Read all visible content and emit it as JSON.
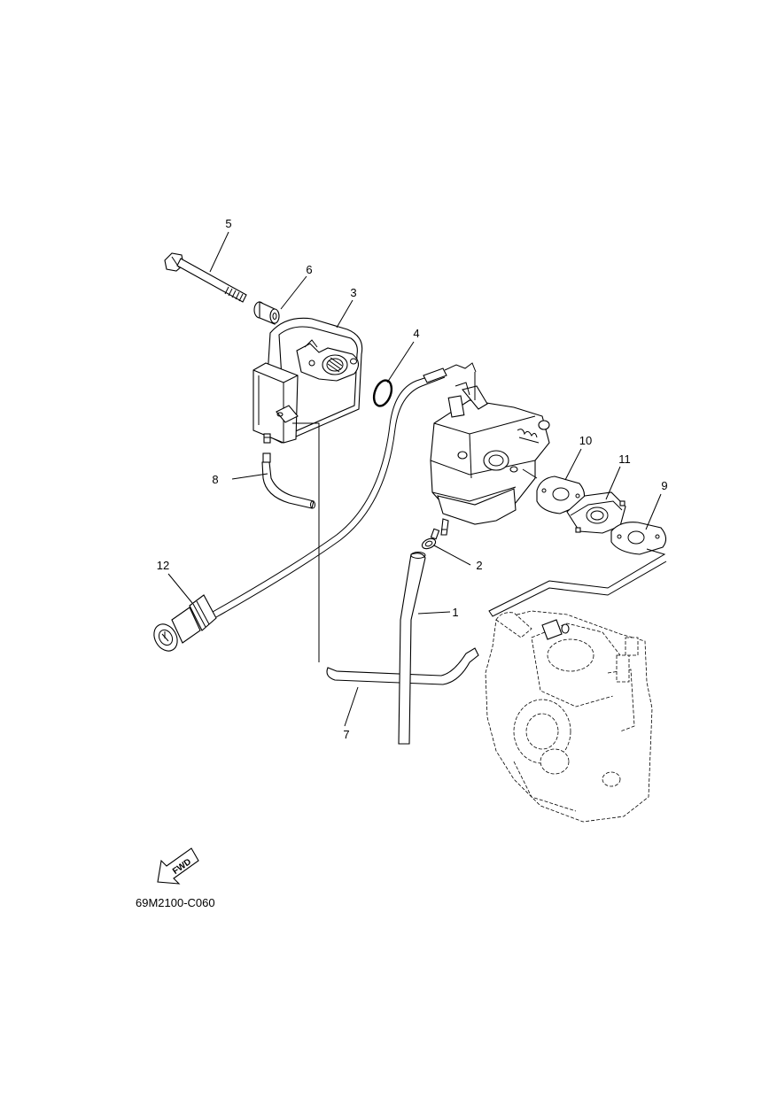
{
  "diagram": {
    "drawing_code": "69M2100-C060",
    "direction_marker": "FWD",
    "callouts": [
      {
        "id": "callout-1",
        "label": "1"
      },
      {
        "id": "callout-2",
        "label": "2"
      },
      {
        "id": "callout-3",
        "label": "3"
      },
      {
        "id": "callout-4",
        "label": "4"
      },
      {
        "id": "callout-5",
        "label": "5"
      },
      {
        "id": "callout-6",
        "label": "6"
      },
      {
        "id": "callout-7",
        "label": "7"
      },
      {
        "id": "callout-8",
        "label": "8"
      },
      {
        "id": "callout-9",
        "label": "9"
      },
      {
        "id": "callout-10",
        "label": "10"
      },
      {
        "id": "callout-11",
        "label": "11"
      },
      {
        "id": "callout-12",
        "label": "12"
      }
    ]
  }
}
